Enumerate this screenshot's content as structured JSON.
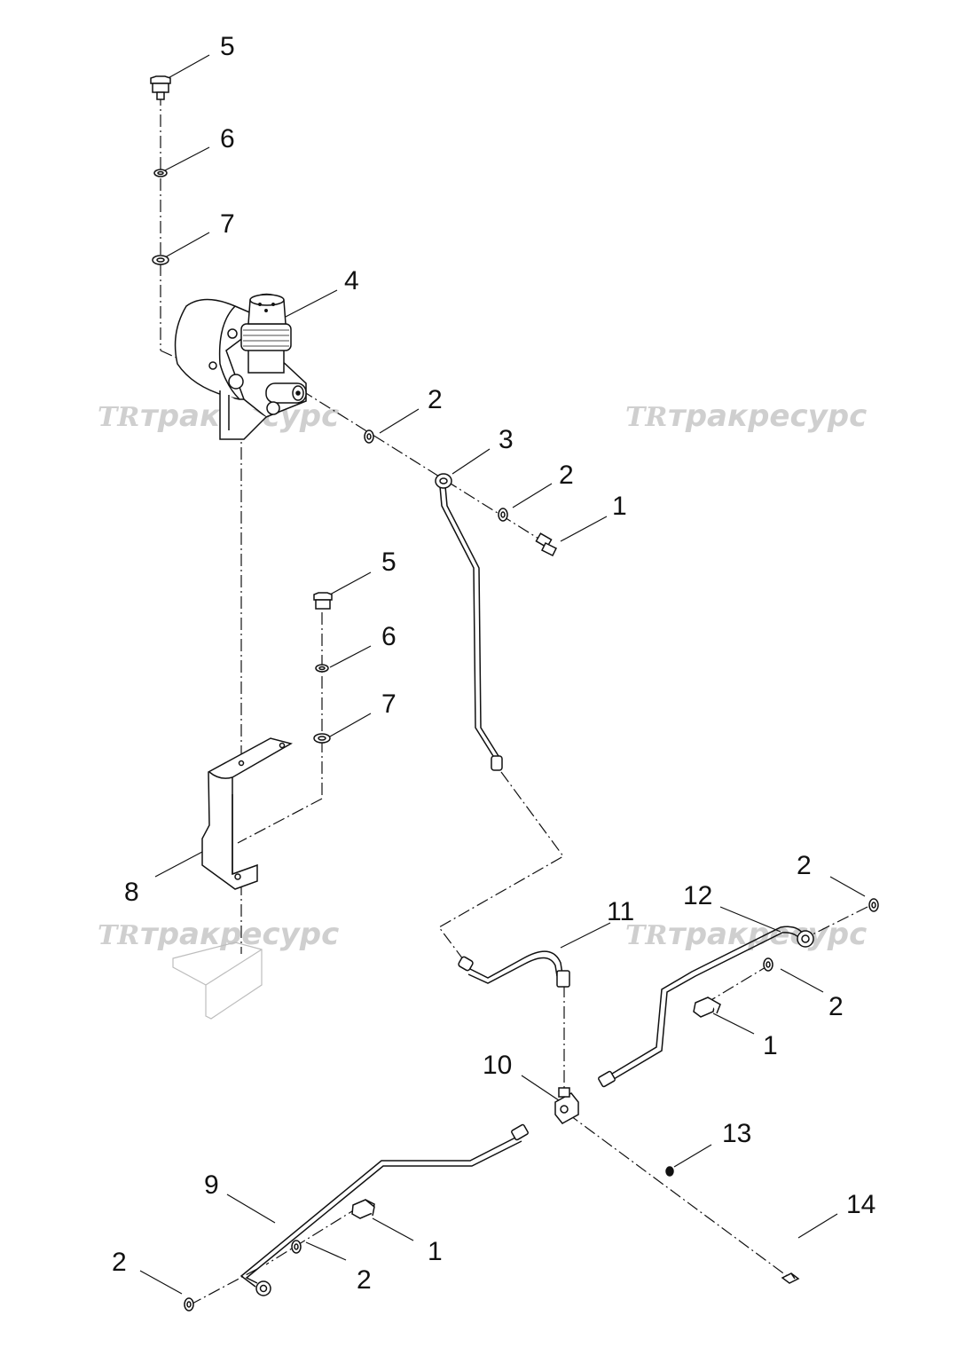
{
  "watermark": {
    "logo": "TR",
    "text": "тракресурс"
  },
  "colors": {
    "line": "#111111",
    "watermark": "#cfcfcf",
    "ghost_part": "#bdbdbd"
  },
  "callouts": {
    "c1a": "5",
    "c2a": "6",
    "c3a": "7",
    "c4a": "4",
    "c5a": "2",
    "c6a": "3",
    "c7a": "2",
    "c8a": "1",
    "c9a": "5",
    "c10a": "6",
    "c11a": "7",
    "c12a": "8",
    "c13a": "11",
    "c14a": "12",
    "c15a": "2",
    "c16a": "2",
    "c17a": "1",
    "c18a": "10",
    "c19a": "13",
    "c20a": "9",
    "c21a": "14",
    "c22a": "1",
    "c23a": "2",
    "c24a": "2"
  }
}
